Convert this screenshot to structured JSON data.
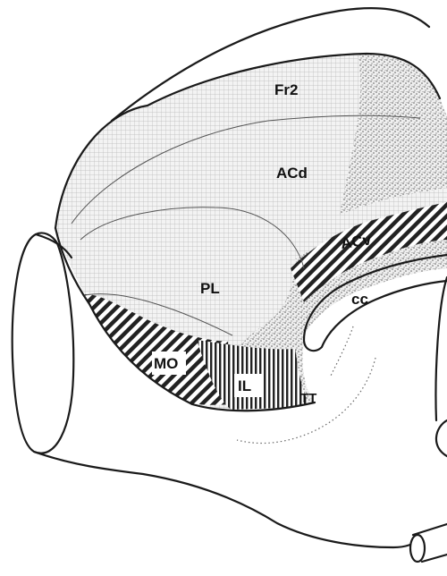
{
  "regions": [
    {
      "id": "Fr2",
      "label": "Fr2"
    },
    {
      "id": "ACd",
      "label": "ACd"
    },
    {
      "id": "ACv",
      "label": "ACv"
    },
    {
      "id": "cc",
      "label": "cc"
    },
    {
      "id": "PL",
      "label": "PL"
    },
    {
      "id": "MO",
      "label": "MO"
    },
    {
      "id": "IL",
      "label": "IL"
    },
    {
      "id": "TT",
      "label": "TT"
    }
  ]
}
